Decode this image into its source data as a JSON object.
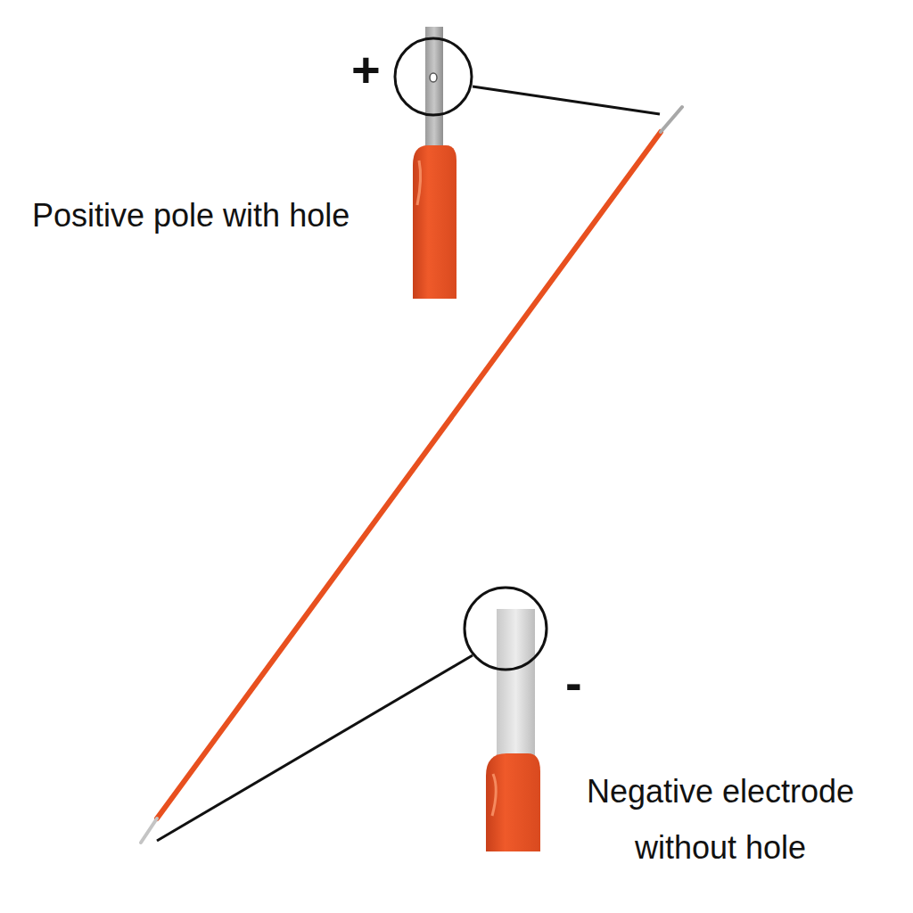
{
  "diagram": {
    "labels": [
      "+",
      "Positive pole with hole",
      "-",
      "Negative electrode without hole"
    ]
  }
}
